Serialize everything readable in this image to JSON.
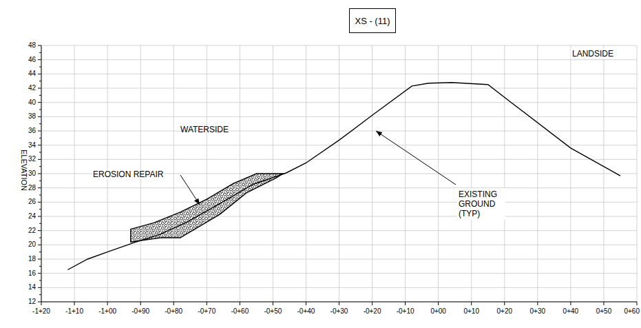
{
  "diagram": {
    "nodes": [
      {
        "text": [
          "XS - (11)"
        ]
      }
    ],
    "labels": [
      "ELEVATION",
      "WATERSIDE",
      "LANDSIDE",
      "EROSION REPAIR",
      "EXISTING GROUND (TYP)",
      "12",
      "14",
      "16",
      "18",
      "20",
      "22",
      "24",
      "26",
      "28",
      "30",
      "32",
      "34",
      "36",
      "38",
      "40",
      "42",
      "44",
      "46",
      "48",
      "-1+20",
      "-1+10",
      "-1+00",
      "-0+90",
      "-0+80",
      "-0+70",
      "-0+60",
      "-0+50",
      "-0+40",
      "-0+30",
      "-0+20",
      "-0+10",
      "0+00",
      "0+10",
      "0+20",
      "0+30",
      "0+40",
      "0+50",
      "0+60"
    ]
  }
}
